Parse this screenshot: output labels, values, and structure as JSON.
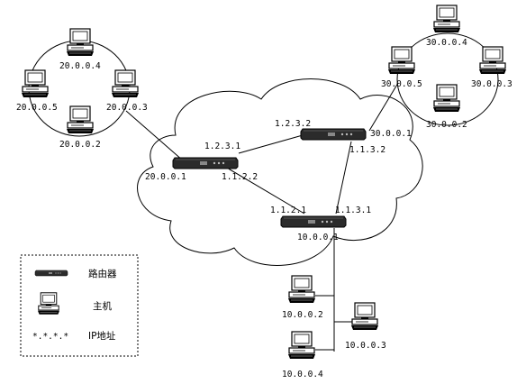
{
  "routers": {
    "left": {
      "ip_host_side": "20.0.0.1",
      "ip_top": "1.2.3.1",
      "ip_bottom": "1.1.2.2"
    },
    "right": {
      "ip_top": "1.2.3.2",
      "ip_host_side": "30.0.0.1",
      "ip_bottom": "1.1.3.2"
    },
    "bottom": {
      "ip_left": "1.1.2.1",
      "ip_right": "1.1.3.1",
      "ip_host_side": "10.0.0.1"
    }
  },
  "hosts": {
    "net20": [
      "20.0.0.4",
      "20.0.0.5",
      "20.0.0.3",
      "20.0.0.2"
    ],
    "net30": [
      "30.0.0.4",
      "30.0.0.5",
      "30.0.0.3",
      "30.0.0.2"
    ],
    "net10": [
      "10.0.0.2",
      "10.0.0.3",
      "10.0.0.4"
    ]
  },
  "legend": {
    "router_label": "路由器",
    "host_label": "主机",
    "ip_symbol": "*.*.*.*",
    "ip_label": "IP地址"
  }
}
